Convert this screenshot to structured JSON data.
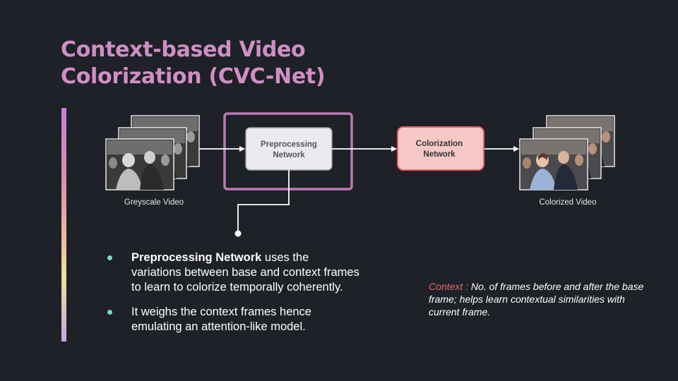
{
  "slide": {
    "title": "Context-based Video Colorization (CVC-Net)"
  },
  "diagram": {
    "input_label": "Greyscale Video",
    "output_label": "Colorized Video",
    "preprocessing_line1": "Preprocessing",
    "preprocessing_line2": "Network",
    "colorization_line1": "Colorization",
    "colorization_line2": "Network",
    "colors": {
      "highlight_frame": "#b97bb5",
      "preprocessing_fill": "#eceaf1",
      "colorization_fill": "#f7c8c8",
      "colorization_stroke": "#e8616a",
      "arrows": "#ffffff"
    }
  },
  "bullets": {
    "item1_bold": "Preprocessing Network",
    "item1_rest": " uses the variations between base and context frames to learn to colorize temporally coherently.",
    "item2": "It weighs the context frames hence emulating an attention-like model."
  },
  "context_note": {
    "label": "Context :",
    "text": " No. of frames before and after the base frame;  helps learn contextual similarities with current frame."
  },
  "colors": {
    "background": "#1e2127",
    "title": "#cf8fc4",
    "bullet_dot": "#7dd8c8",
    "context_label": "#e86a6a"
  }
}
